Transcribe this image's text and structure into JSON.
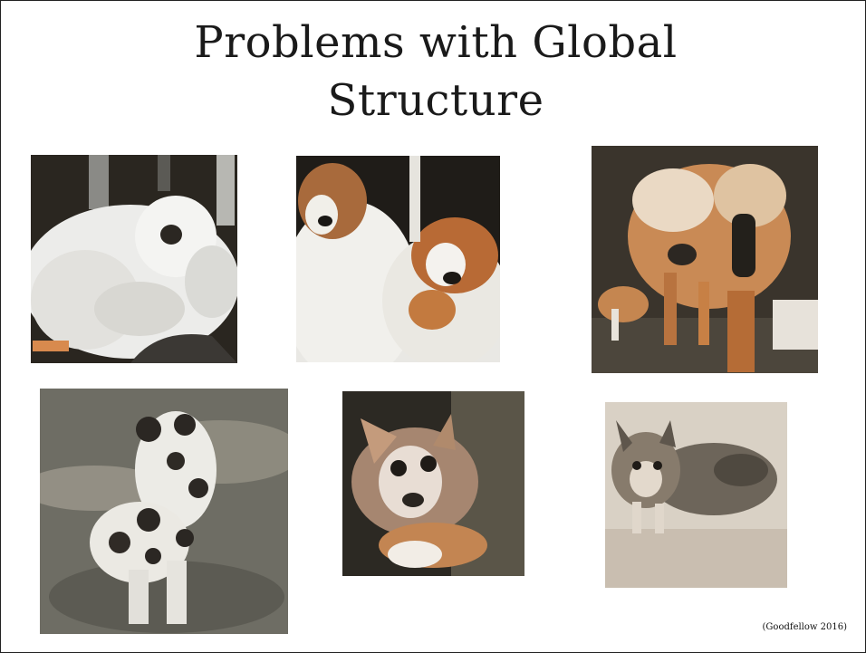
{
  "slide": {
    "title_line1": "Problems with Global",
    "title_line2": "Structure",
    "credit": "(Goodfellow 2016)"
  },
  "images": [
    {
      "name": "generated-image-white-dog",
      "subject": "fluffy white dog"
    },
    {
      "name": "generated-image-two-dogs",
      "subject": "brown and white dogs"
    },
    {
      "name": "generated-image-orange-creature",
      "subject": "orange multi-legged animal"
    },
    {
      "name": "generated-image-spotted-dog",
      "subject": "spotted multi-headed dog"
    },
    {
      "name": "generated-image-puppy",
      "subject": "puppy face"
    },
    {
      "name": "generated-image-cat",
      "subject": "tabby cat"
    }
  ]
}
